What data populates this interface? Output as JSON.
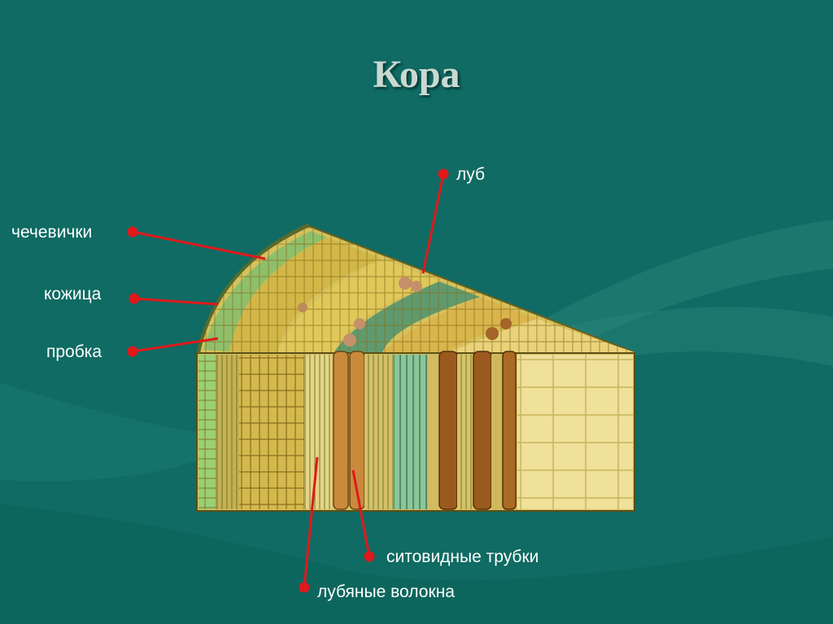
{
  "slide": {
    "title": "Кора"
  },
  "labels": {
    "lub": "луб",
    "chechevichki": "чечевички",
    "kozhitsa": "кожица",
    "probka": "пробка",
    "sitovidnye": "ситовидные трубки",
    "lubyanye": "лубяные волокна"
  },
  "colors": {
    "background": "#0f6b63",
    "pointer": "#e0191b",
    "label_text": "#ffffff"
  }
}
